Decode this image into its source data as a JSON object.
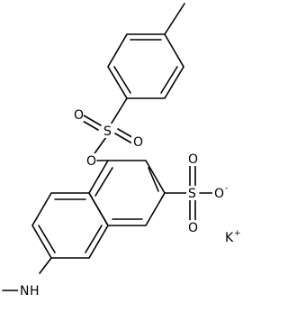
{
  "structure": {
    "atoms": {
      "o_sulfonyl_top": "O",
      "s_tosyl": "S",
      "o_sulfonyl_bottom": "O",
      "o_ester": "O",
      "s_sulfonate": "S",
      "o_sulfonate_top": "O",
      "o_sulfonate_bottom": "O",
      "o_sulfonate_anion": "O",
      "anion_charge": "-",
      "nitrogen": "N",
      "n_hydrogen": "H",
      "potassium": "K",
      "potassium_charge": "+"
    }
  }
}
